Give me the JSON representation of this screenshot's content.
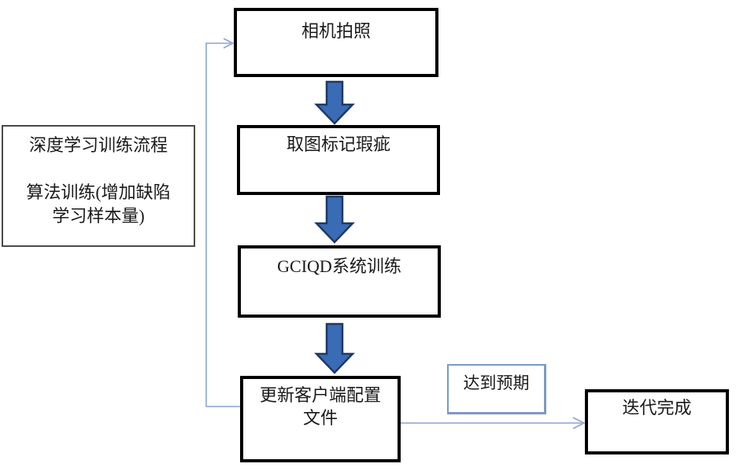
{
  "diagram": {
    "side_box": {
      "lines": [
        "深度学习训练流程",
        "",
        "算法训练(增加缺陷",
        "学习样本量)"
      ]
    },
    "flow": {
      "camera": "相机拍照",
      "mark": "取图标记瑕疵",
      "train": "GCIQD系统训练",
      "update_line1": "更新客户端配置",
      "update_line2": "文件",
      "done": "迭代完成",
      "condition_label": "达到预期"
    },
    "colors": {
      "node_border": "#000000",
      "side_box_border": "#4a4a4a",
      "condition_label_border": "#7d9ac1",
      "block_arrow_fill": "#3a6bb5",
      "block_arrow_stroke": "#1f3864",
      "connector_line": "#8aa4cc",
      "text": "#1a1a1a",
      "background": "#ffffff"
    }
  }
}
